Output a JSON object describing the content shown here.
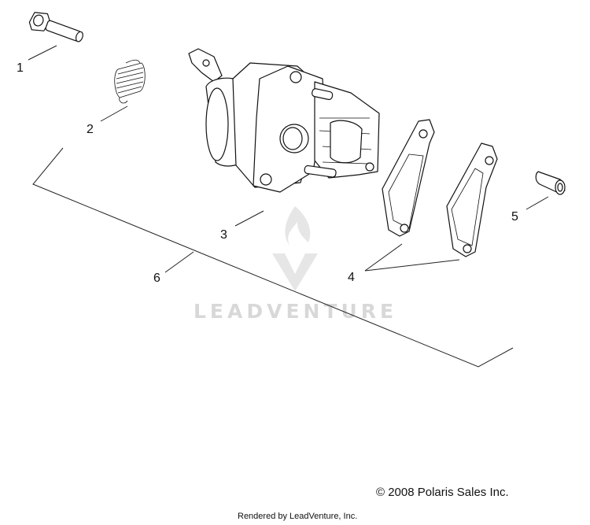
{
  "callouts": {
    "c1": "1",
    "c2": "2",
    "c3": "3",
    "c4": "4",
    "c5": "5",
    "c6": "6"
  },
  "parts": [
    {
      "number": "1",
      "icon": "bolt-icon"
    },
    {
      "number": "2",
      "icon": "spring-icon"
    },
    {
      "number": "3",
      "icon": "brake-caliper-icon"
    },
    {
      "number": "4",
      "icon": "brake-pad-icon"
    },
    {
      "number": "5",
      "icon": "pin-bushing-icon"
    },
    {
      "number": "6",
      "icon": "assembly-bracket-icon"
    }
  ],
  "watermark": {
    "text": "LEADVENTURE",
    "icon": "leadventure-flame-logo",
    "color": "#d8d8d8"
  },
  "footer": {
    "copyright": "© 2008 Polaris Sales Inc.",
    "rendered_by": "Rendered by LeadVenture, Inc."
  }
}
